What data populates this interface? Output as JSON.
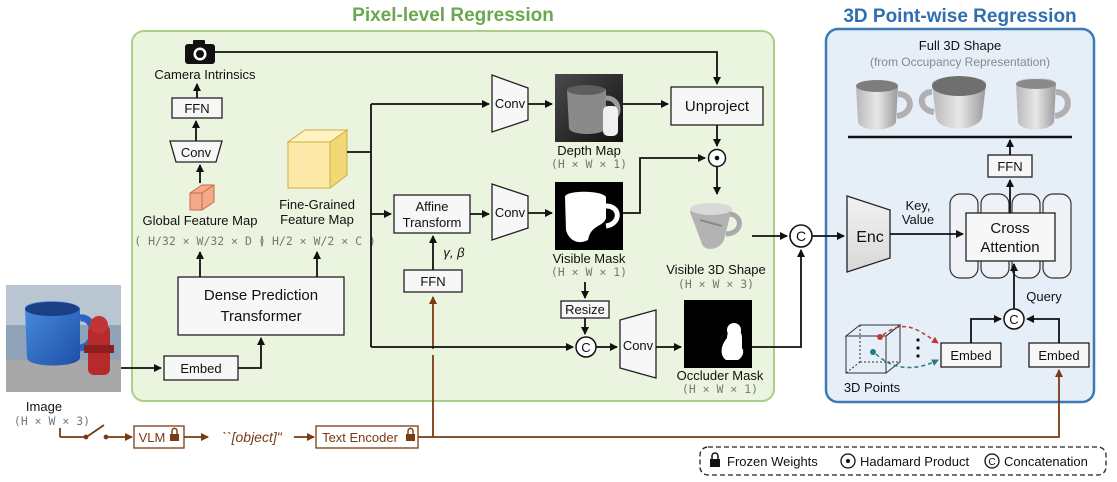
{
  "titles": {
    "pixel": "Pixel-level Regression",
    "point": "3D Point-wise Regression"
  },
  "nodes": {
    "camera": "Camera Intrinsics",
    "ffn": "FFN",
    "conv": "Conv",
    "global_l1": "Global Feature Map",
    "global_l2": "( H/32 × W/32 × D )",
    "fine_l1": "Fine-Grained",
    "fine_l2": "Feature Map",
    "fine_l3": "( H/2 × W/2 × C )",
    "dpt_l1": "Dense Prediction",
    "dpt_l2": "Transformer",
    "embed": "Embed",
    "image": "Image",
    "image_dim": "(H × W × 3)",
    "affine_l1": "Affine",
    "affine_l2": "Transform",
    "gamma_beta": "γ, β",
    "depth_map": "Depth Map",
    "depth_dim": "(H × W × 1)",
    "visible_mask": "Visible Mask",
    "visible_dim": "(H × W × 1)",
    "resize": "Resize",
    "occluder_mask": "Occluder Mask",
    "occluder_dim": "(H × W × 1)",
    "unproject": "Unproject",
    "visible_shape": "Visible 3D Shape",
    "visible_shape_dim": "(H × W × 3)",
    "vlm": "VLM",
    "object_token": "``[object]\"",
    "text_encoder": "Text Encoder",
    "full_shape": "Full 3D Shape",
    "full_shape_sub": "(from Occupancy Representation)",
    "enc": "Enc",
    "key_value_l1": "Key,",
    "key_value_l2": "Value",
    "cross_l1": "Cross",
    "cross_l2": "Attention",
    "query": "Query",
    "points": "3D Points",
    "concat_symbol": "C",
    "hadamard_symbol": "⊙"
  },
  "legend": {
    "frozen": "Frozen Weights",
    "hadamard": "Hadamard Product",
    "concat": "Concatenation"
  },
  "colors": {
    "pixel_panel_fill": "#eaf4de",
    "pixel_panel_stroke": "#a9cf8a",
    "pixel_title": "#6aa84f",
    "point_panel_fill": "#e6eef8",
    "point_panel_stroke": "#3d7ab5",
    "point_title": "#2f6fb0",
    "text_path": "#7a3a12"
  }
}
